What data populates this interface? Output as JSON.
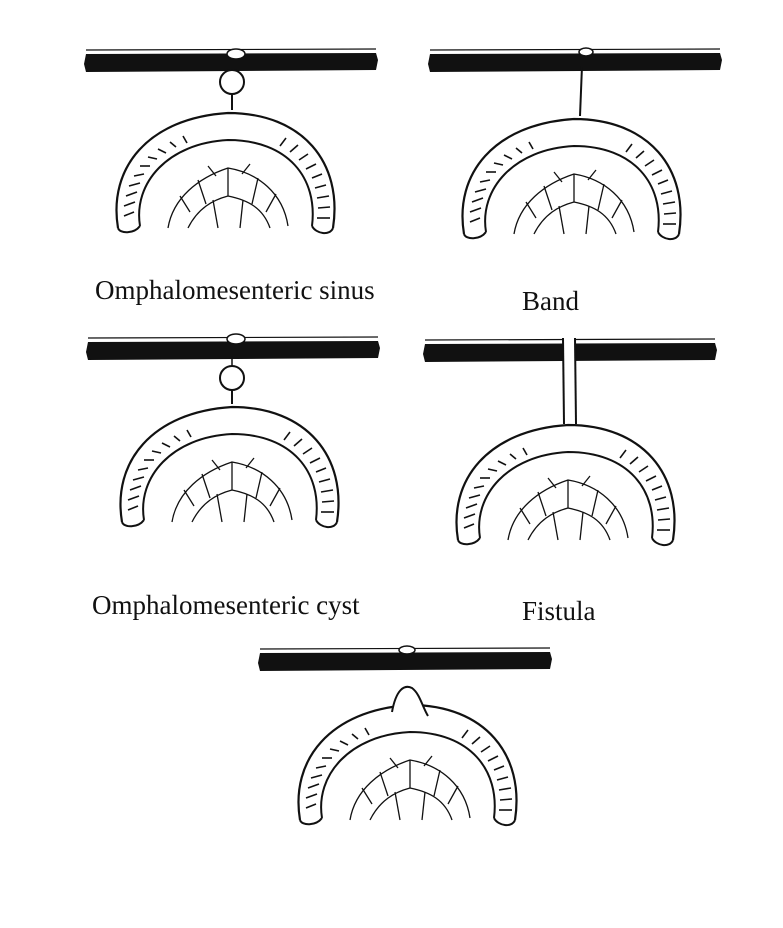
{
  "figure": {
    "ink_color": "#111111",
    "background": "#ffffff",
    "panels": [
      {
        "id": "sinus",
        "label": "Omphalomesenteric sinus",
        "connector": "cyst-stalk"
      },
      {
        "id": "band",
        "label": "Band",
        "connector": "thin-band"
      },
      {
        "id": "cyst",
        "label": "Omphalomesenteric cyst",
        "connector": "cyst-stalk"
      },
      {
        "id": "fistula",
        "label": "Fistula",
        "connector": "open-tube"
      },
      {
        "id": "diverticulum",
        "label": "",
        "connector": "free-diverticulum"
      }
    ]
  }
}
